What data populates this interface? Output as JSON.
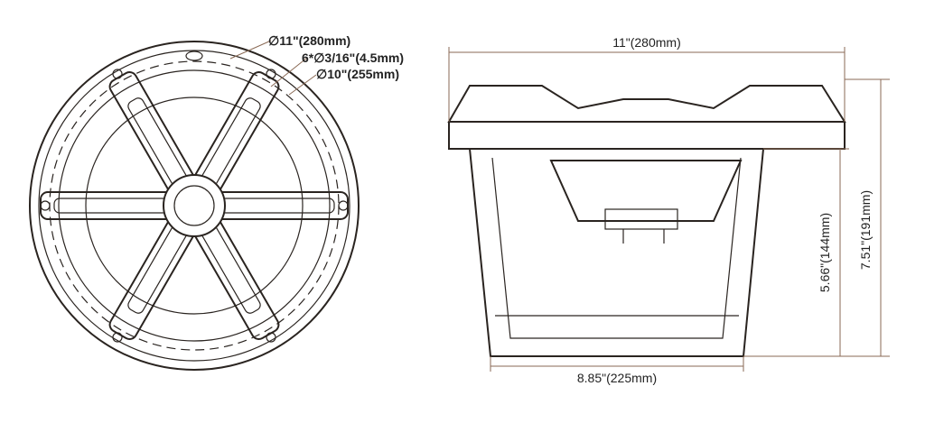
{
  "front_view": {
    "outer_diameter_label": "∅11\"(280mm)",
    "mount_holes_label": "6*∅3/16\"(4.5mm)",
    "cutout_diameter_label": "∅10\"(255mm)"
  },
  "side_view": {
    "overall_width_label": "11\"(280mm)",
    "basket_width_label": "8.85\"(225mm)",
    "mount_depth_label": "5.66\"(144mm)",
    "overall_height_label": "7.51\"(191mm)"
  }
}
